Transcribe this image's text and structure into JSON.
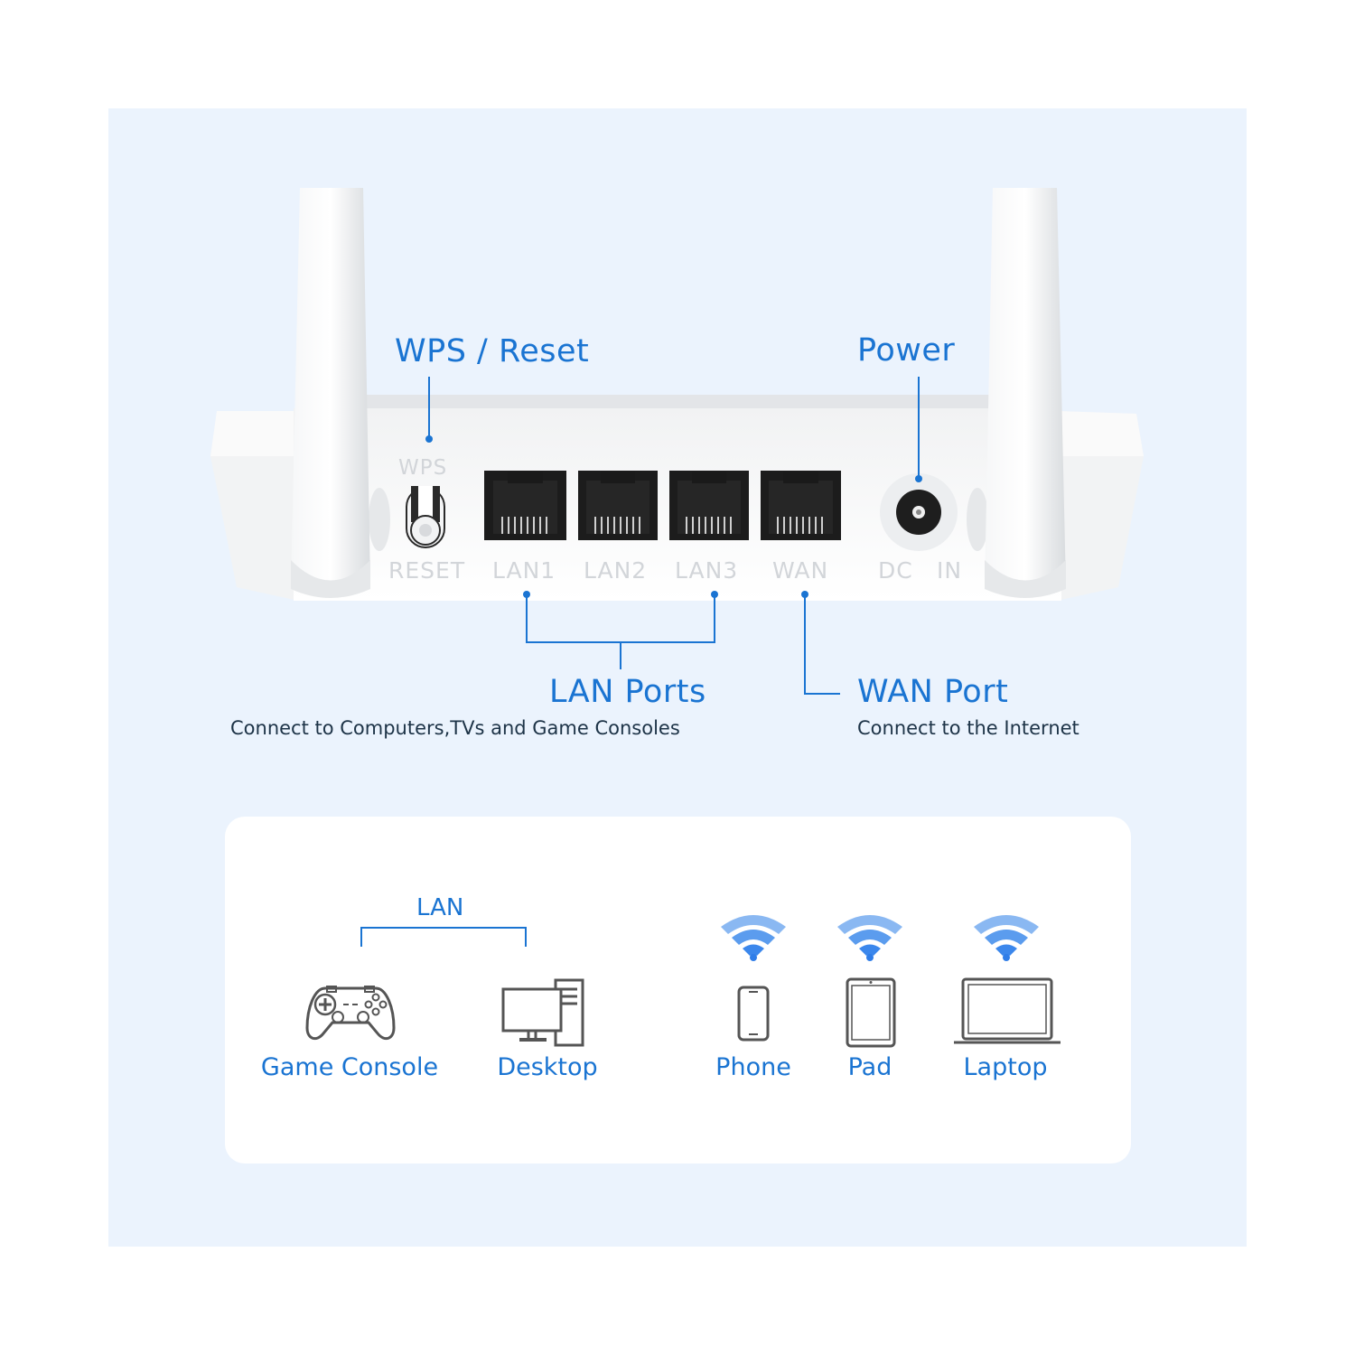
{
  "callouts": {
    "wps_reset": "WPS / Reset",
    "power": "Power",
    "lan_ports": {
      "title": "LAN Ports",
      "subtitle": "Connect to Computers,TVs and Game Consoles"
    },
    "wan_port": {
      "title": "WAN Port",
      "subtitle": "Connect to the Internet"
    }
  },
  "router_labels": {
    "wps": "WPS",
    "reset": "RESET",
    "lan1": "LAN1",
    "lan2": "LAN2",
    "lan3": "LAN3",
    "wan": "WAN",
    "dc": "DC",
    "in": "IN"
  },
  "devices": {
    "lan_heading": "LAN",
    "items": [
      {
        "label": "Game Console",
        "icon": "game-controller-icon",
        "connection": "wired"
      },
      {
        "label": "Desktop",
        "icon": "desktop-computer-icon",
        "connection": "wired"
      },
      {
        "label": "Phone",
        "icon": "phone-icon",
        "connection": "wifi"
      },
      {
        "label": "Pad",
        "icon": "tablet-icon",
        "connection": "wifi"
      },
      {
        "label": "Laptop",
        "icon": "laptop-icon",
        "connection": "wifi"
      }
    ]
  },
  "colors": {
    "accent": "#1a74d2",
    "wifi": "#3b87ec",
    "background": "#ebf3fd",
    "text_dark": "#1d3347"
  }
}
